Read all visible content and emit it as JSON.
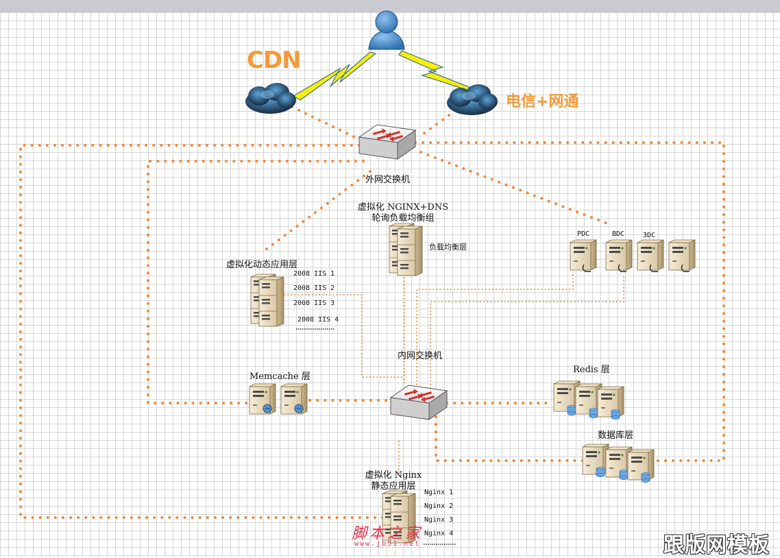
{
  "labels": {
    "cdn": "CDN",
    "isp": "电信+网通",
    "outer_switch": "外网交换机",
    "lb_group_line1": "虚拟化 NGINX+DNS",
    "lb_group_line2": "轮询负载均衡组",
    "lb_layer": "负载均衡层",
    "dynamic_app": "虚拟化动态应用层",
    "inner_switch": "内网交换机",
    "memcache": "Memcache 层",
    "redis": "Redis 层",
    "database": "数据库层",
    "static_line1": "虚拟化 Nginx",
    "static_line2": "静态应用层",
    "pdc": "PDC",
    "bdc": "BDC",
    "dc3": "3DC"
  },
  "iis_nodes": [
    "2008 IIS 1",
    "2008 IIS 2",
    "2008 IIS 3",
    "2008 IIS 4"
  ],
  "nginx_nodes": [
    "Nginx 1",
    "Nginx 2",
    "Nginx 3",
    "Nginx 4"
  ],
  "watermarks": {
    "site_name": "脚本之家",
    "site_url": "www.jb51.net",
    "corner_text": "跟版网模板"
  },
  "colors": {
    "link_orange": "#f08a3c",
    "server_beige": "#e9dcc0",
    "cloud_blue": "#2f5f86",
    "label_orange": "#f59a3a",
    "lightning_yellow": "#f6f000"
  }
}
